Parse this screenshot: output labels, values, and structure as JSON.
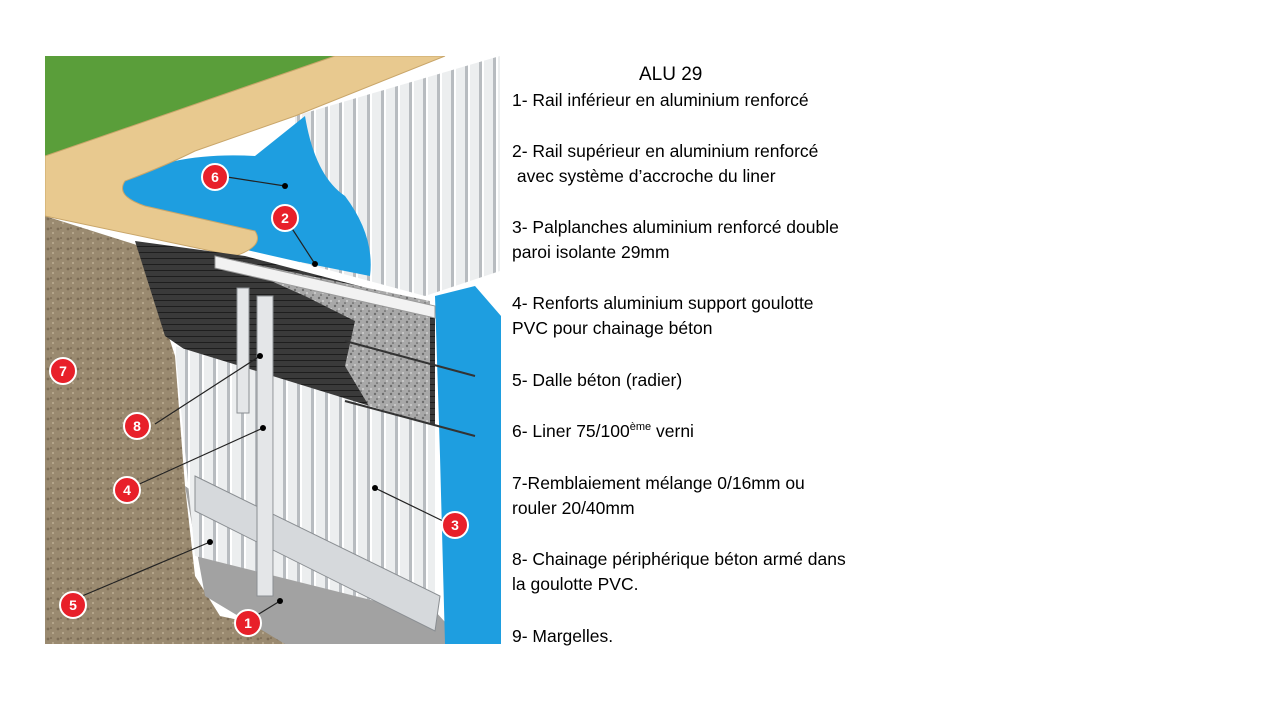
{
  "legend": {
    "title": "ALU 29",
    "items": [
      {
        "l1": "1- Rail inférieur  en aluminium renforcé",
        "l2": ""
      },
      {
        "l1": "2- Rail supérieur  en aluminium renforcé",
        "l2": " avec système d’accroche du liner"
      },
      {
        "l1": "3- Palplanches aluminium renforcé double",
        "l2": "paroi isolante 29mm"
      },
      {
        "l1": "4- Renforts aluminium support goulotte",
        "l2": "PVC pour chainage béton"
      },
      {
        "l1": "5- Dalle béton (radier)",
        "l2": ""
      },
      {
        "l1_pre": "6- Liner 75/100",
        "l1_sup": "ème",
        "l1_post": " verni",
        "l2": ""
      },
      {
        "l1": "7-Remblaiement  mélange 0/16mm ou",
        "l2": "rouler 20/40mm"
      },
      {
        "l1": "8- Chainage périphérique  béton armé dans",
        "l2": "la goulotte PVC."
      },
      {
        "l1": "9- Margelles.",
        "l2": ""
      }
    ]
  },
  "diagram": {
    "markers": [
      "1",
      "2",
      "3",
      "4",
      "5",
      "6",
      "7",
      "8"
    ],
    "colors": {
      "grass": "#5a9e3a",
      "coping": "#e8c98f",
      "liner": "#1e9ee0",
      "soil": "#9a8a70",
      "panel": "#e2e4e6",
      "concrete": "#9b9b9b",
      "marker": "#e8202a"
    }
  }
}
